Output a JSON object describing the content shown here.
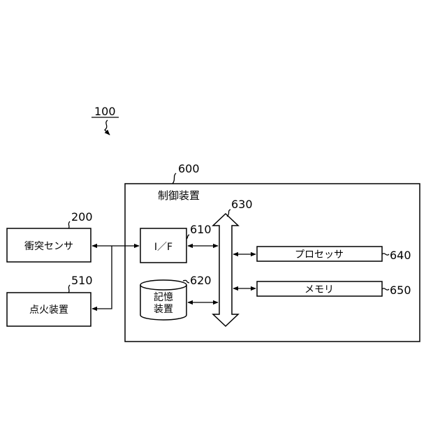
{
  "diagram": {
    "system_ref": "100",
    "control_device": {
      "ref": "600",
      "label": "制御装置"
    },
    "collision_sensor": {
      "ref": "200",
      "label": "衝突センサ"
    },
    "ignition_device": {
      "ref": "510",
      "label": "点火装置"
    },
    "interface": {
      "ref": "610",
      "label": "I／F"
    },
    "storage": {
      "ref": "620",
      "label_line1": "記憶",
      "label_line2": "装置"
    },
    "bus": {
      "ref": "630"
    },
    "processor": {
      "ref": "640",
      "label": "プロセッサ"
    },
    "memory": {
      "ref": "650",
      "label": "メモリ"
    }
  }
}
